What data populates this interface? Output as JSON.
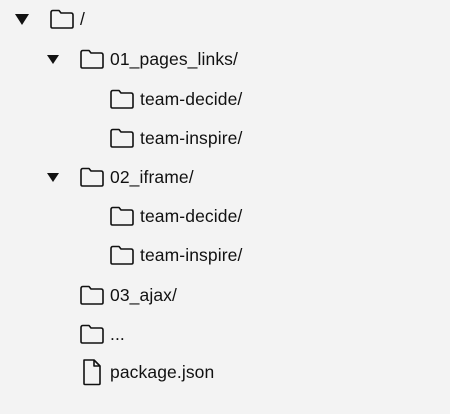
{
  "tree": {
    "root": {
      "label": "/",
      "toggle_icon": "triangle-down-icon",
      "icon": "folder-icon"
    },
    "items": [
      {
        "label": "01_pages_links/",
        "type": "folder",
        "expanded": true,
        "icon": "folder-icon"
      },
      {
        "label": "team-decide/",
        "type": "folder",
        "expanded": false,
        "icon": "folder-icon"
      },
      {
        "label": "team-inspire/",
        "type": "folder",
        "expanded": false,
        "icon": "folder-icon"
      },
      {
        "label": "02_iframe/",
        "type": "folder",
        "expanded": true,
        "icon": "folder-icon"
      },
      {
        "label": "team-decide/",
        "type": "folder",
        "expanded": false,
        "icon": "folder-icon"
      },
      {
        "label": "team-inspire/",
        "type": "folder",
        "expanded": false,
        "icon": "folder-icon"
      },
      {
        "label": "03_ajax/",
        "type": "folder",
        "expanded": false,
        "icon": "folder-icon"
      },
      {
        "label": "...",
        "type": "folder",
        "expanded": false,
        "icon": "folder-icon"
      },
      {
        "label": "package.json",
        "type": "file",
        "expanded": false,
        "icon": "file-icon"
      }
    ]
  },
  "colors": {
    "background": "#f3f3f3",
    "text": "#111111",
    "icon_stroke": "#111111"
  }
}
